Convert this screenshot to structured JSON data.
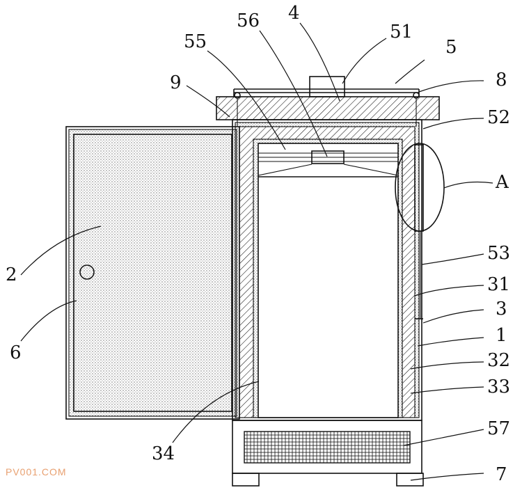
{
  "diagram": {
    "part_labels": {
      "p4": "4",
      "p56": "56",
      "p51": "51",
      "p55": "55",
      "p5": "5",
      "p9": "9",
      "p8": "8",
      "p52": "52",
      "pA": "A",
      "p2": "2",
      "p53": "53",
      "p31": "31",
      "p3": "3",
      "p1": "1",
      "p6": "6",
      "p32": "32",
      "p33": "33",
      "p34": "34",
      "p57": "57",
      "p7": "7"
    },
    "watermark": "PV001.COM",
    "colors": {
      "line": "#111111",
      "watermark": "#e8a070",
      "background": "#ffffff"
    }
  }
}
